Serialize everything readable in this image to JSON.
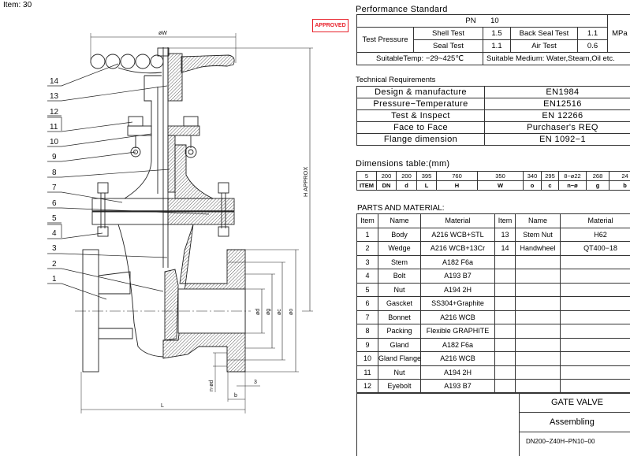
{
  "header": {
    "item": "Item: 30",
    "stamp": "APPROVED"
  },
  "drawing": {
    "callouts": [
      "14",
      "13",
      "12",
      "11",
      "10",
      "9",
      "8",
      "7",
      "6",
      "5",
      "4",
      "3",
      "2",
      "1"
    ],
    "dimensions": {
      "W": "øW",
      "H": "H  APPROX",
      "d": "ød",
      "g": "øg",
      "c": "øc",
      "o": "øo",
      "L": "L",
      "b": "b",
      "three": "3",
      "n": "n-ød"
    }
  },
  "performance": {
    "title": "Performance Standard",
    "pn_label": "PN",
    "pn_value": "10",
    "test_pressure": "Test Pressure",
    "shell_test": "Shell Test",
    "shell_value": "1.5",
    "back_seal_test": "Back Seal Test",
    "back_seal_value": "1.1",
    "seal_test": "Seal Test",
    "seal_value": "1.1",
    "air_test": "Air Test",
    "air_value": "0.6",
    "unit": "MPa",
    "temp": "SuitableTemp: −29~425℃",
    "medium": "Suitable Medium: Water,Steam,Oil etc."
  },
  "technical": {
    "title": "Technical Requirements",
    "rows": [
      {
        "label": "Design & manufacture",
        "value": "EN1984"
      },
      {
        "label": "Pressure−Temperature",
        "value": "EN12516"
      },
      {
        "label": "Test & Inspect",
        "value": "EN 12266"
      },
      {
        "label": "Face to Face",
        "value": "Purchaser's REQ"
      },
      {
        "label": "Flange dimension",
        "value": "EN 1092−1"
      }
    ]
  },
  "dimensions_table": {
    "title": "Dimensions table:(mm)",
    "values": [
      "5",
      "200",
      "200",
      "395",
      "760",
      "350",
      "340",
      "295",
      "8−ø22",
      "268",
      "24"
    ],
    "headers": [
      "ITEM",
      "DN",
      "d",
      "L",
      "H",
      "W",
      "o",
      "c",
      "n−ø",
      "g",
      "b"
    ]
  },
  "parts": {
    "title": "PARTS AND MATERIAL:",
    "headers": [
      "Item",
      "Name",
      "Material",
      "Item",
      "Name",
      "Material"
    ],
    "left": [
      [
        "1",
        "Body",
        "A216 WCB+STL"
      ],
      [
        "2",
        "Wedge",
        "A216 WCB+13Cr"
      ],
      [
        "3",
        "Stem",
        "A182 F6a"
      ],
      [
        "4",
        "Bolt",
        "A193 B7"
      ],
      [
        "5",
        "Nut",
        "A194 2H"
      ],
      [
        "6",
        "Gascket",
        "SS304+Graphite"
      ],
      [
        "7",
        "Bonnet",
        "A216 WCB"
      ],
      [
        "8",
        "Packing",
        "Flexible GRAPHITE"
      ],
      [
        "9",
        "Gland",
        "A182 F6a"
      ],
      [
        "10",
        "Gland Flange",
        "A216 WCB"
      ],
      [
        "11",
        "Nut",
        "A194 2H"
      ],
      [
        "12",
        "Eyebolt",
        "A193 B7"
      ]
    ],
    "right": [
      [
        "13",
        "Stem Nut",
        "H62"
      ],
      [
        "14",
        "Handwheel",
        "QT400−18"
      ]
    ]
  },
  "title_block": {
    "name": "GATE VALVE",
    "type": "Assembling",
    "code": "DN200−Z40H−PN10−00"
  }
}
